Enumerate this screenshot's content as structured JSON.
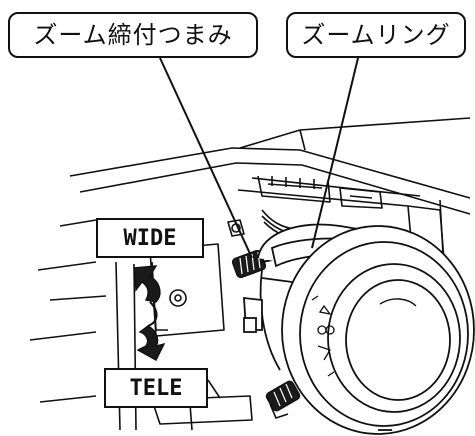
{
  "callouts": {
    "zoom_lock_knob": "ズーム締付つまみ",
    "zoom_ring": "ズームリング"
  },
  "directions": {
    "wide": "WIDE",
    "tele": "TELE"
  },
  "colors": {
    "line": "#111111",
    "background": "#ffffff",
    "dark_fill": "#1a1a1a"
  }
}
